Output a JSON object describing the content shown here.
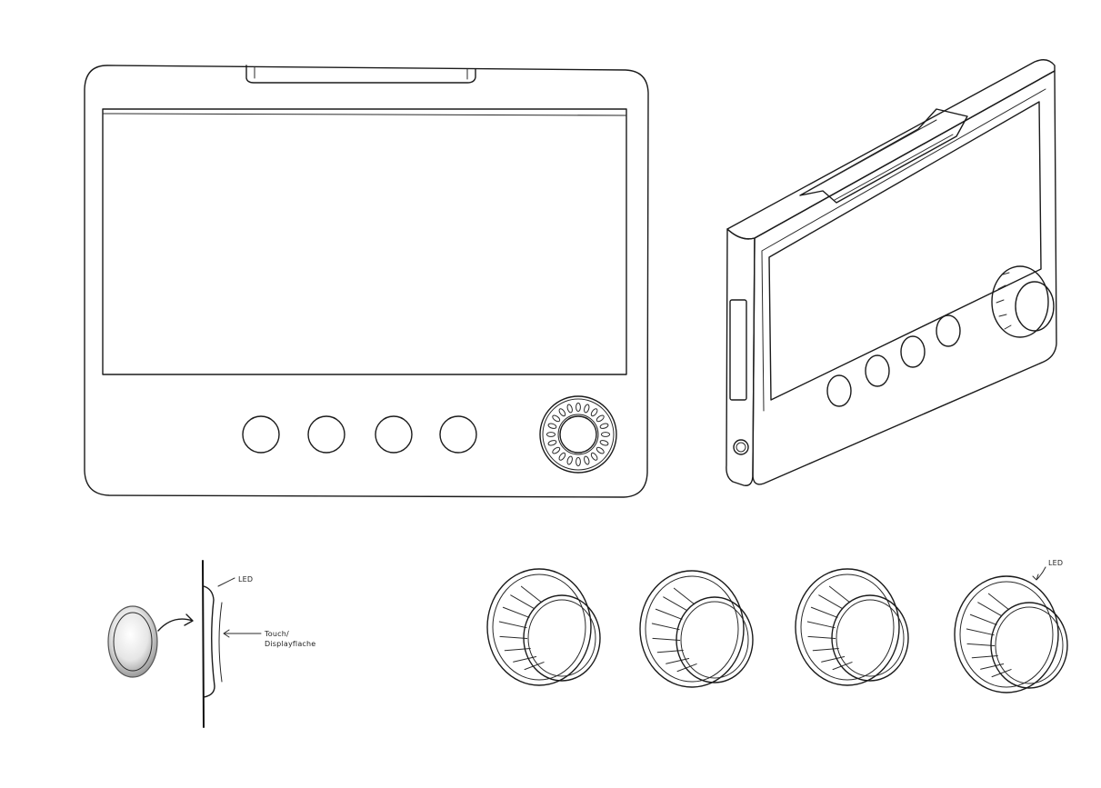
{
  "annotations": {
    "button_led": "LED",
    "touch_display": "Touch/",
    "touch_display_line2": "Displayflache",
    "knob_led": "LED"
  },
  "colors": {
    "ink": "#1b1b1b",
    "paper": "#ffffff",
    "shade": "#8a8a8a"
  }
}
